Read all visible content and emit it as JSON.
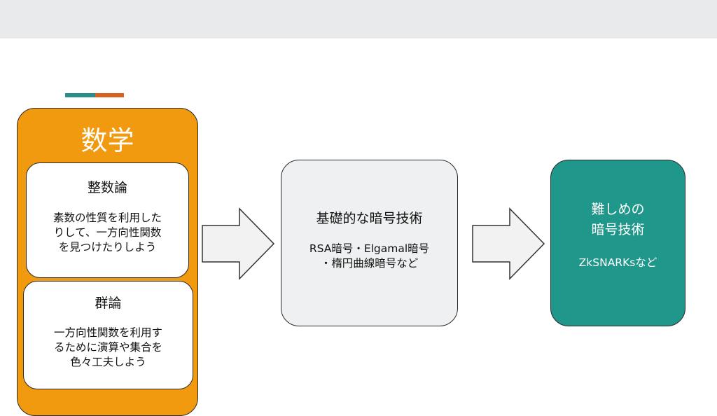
{
  "colors": {
    "topbar": "#e8eaeb",
    "accent_teal": "#2a8f88",
    "accent_orange": "#d86120",
    "math_panel": "#f29a0f",
    "crypto_box": "#eef0f1",
    "hard_box": "#1f978a",
    "arrow_fill": "#f2f2f2",
    "outline": "#2a2a2a"
  },
  "math": {
    "title": "数学",
    "number_theory": {
      "title": "整数論",
      "body": "素数の性質を利用した\nりして、一方向性関数\nを見つけたりしよう"
    },
    "group_theory": {
      "title": "群論",
      "body": "一方向性関数を利用す\nるために演算や集合を\n色々工夫しよう"
    }
  },
  "basic_crypto": {
    "title": "基礎的な暗号技術",
    "body": "RSA暗号・Elgamal暗号\n・楕円曲線暗号など"
  },
  "advanced_crypto": {
    "title": "難しめの\n暗号技術",
    "body": "ZkSNARKsなど"
  },
  "icons": [
    "right-arrow-icon",
    "right-arrow-icon"
  ]
}
